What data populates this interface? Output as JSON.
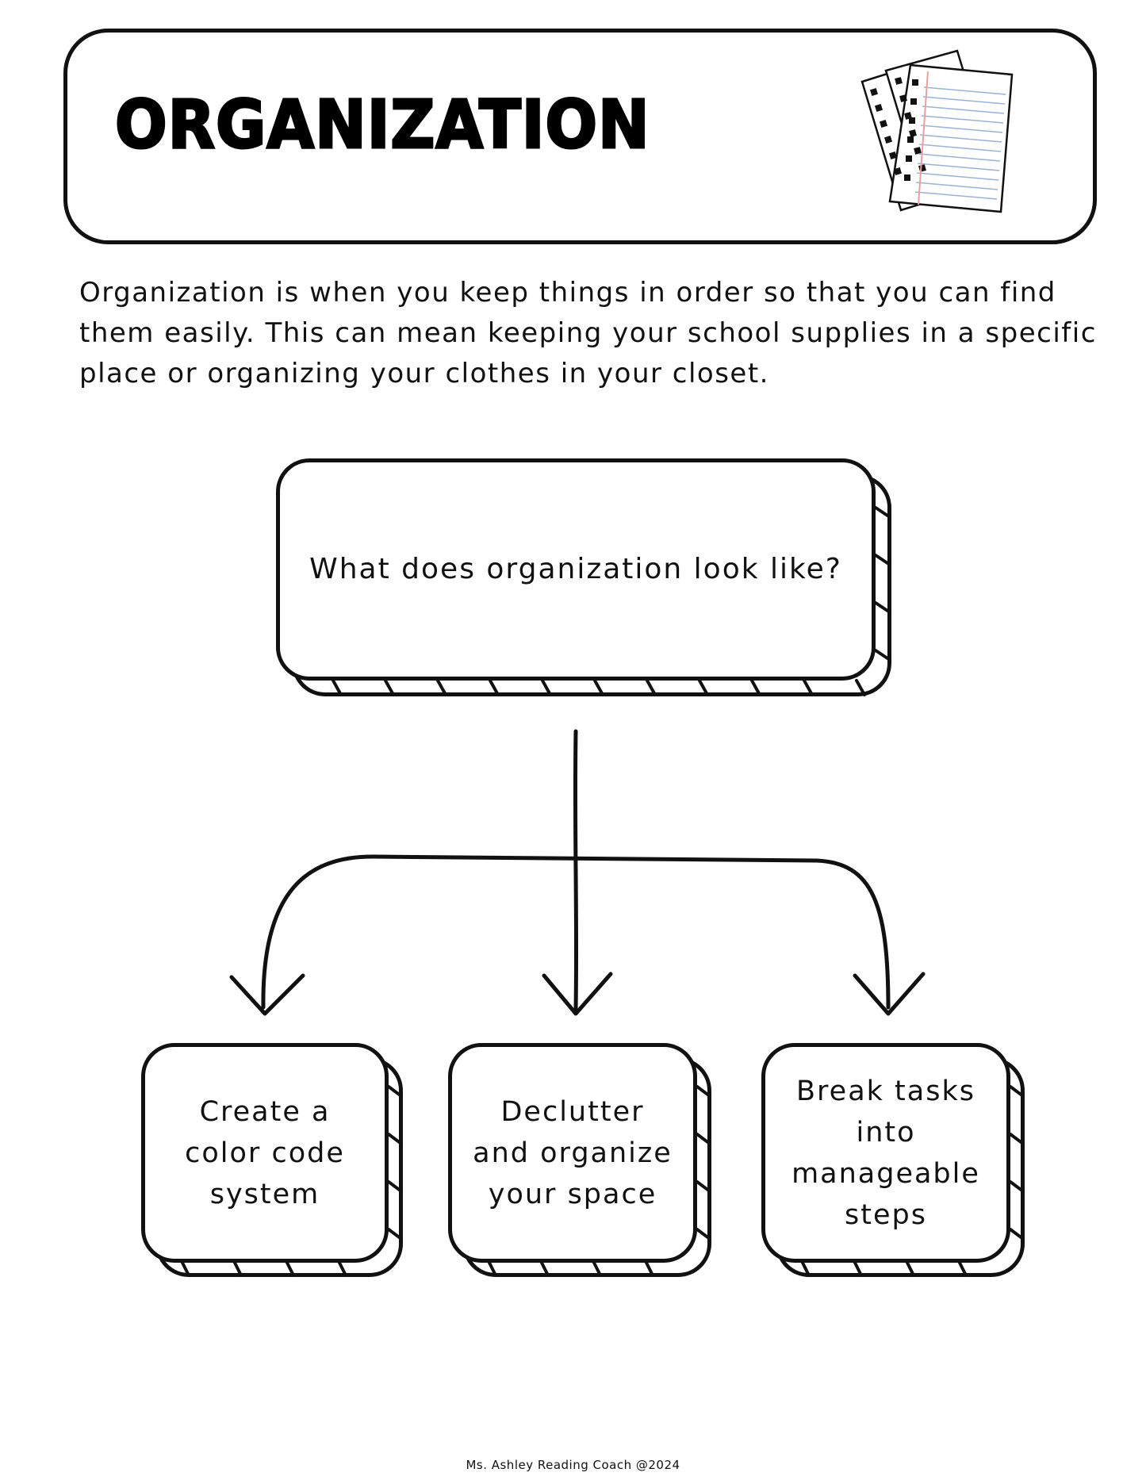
{
  "header": {
    "title": "ORGANIZATION",
    "icon": "papers-icon"
  },
  "intro": "Organization is when you keep things in order so that you can find them easily. This can mean keeping your school supplies in a specific place or organizing your clothes in your closet.",
  "diagram": {
    "main_question": "What does organization look like?",
    "branches": [
      {
        "label": "Create a color code system"
      },
      {
        "label": "Declutter and organize your space"
      },
      {
        "label": "Break tasks into manageable steps"
      }
    ]
  },
  "footer": "Ms. Ashley Reading Coach @2024"
}
